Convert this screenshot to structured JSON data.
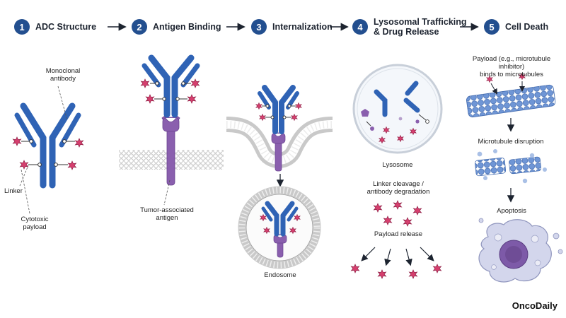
{
  "steps": [
    {
      "num": "1",
      "title": "ADC Structure"
    },
    {
      "num": "2",
      "title": "Antigen Binding"
    },
    {
      "num": "3",
      "title": "Internalization"
    },
    {
      "num": "4",
      "title_line1": "Lysosomal Trafficking",
      "title_line2": "& Drug Release"
    },
    {
      "num": "5",
      "title": "Cell Death"
    }
  ],
  "labels": {
    "mab_1": "Monoclonal",
    "mab_2": "antibody",
    "linker": "Linker",
    "payload_1": "Cytotoxic",
    "payload_2": "payload",
    "antigen_1": "Tumor-associated",
    "antigen_2": "antigen",
    "endosome": "Endosome",
    "lysosome": "Lysosome",
    "cleavage_1": "Linker cleavage /",
    "cleavage_2": "antibody degradation",
    "payload_release": "Payload release",
    "binds_1": "Payload (e.g., microtubule inhibitor)",
    "binds_2": "binds to microtubules",
    "disruption": "Microtubule disruption",
    "apoptosis": "Apoptosis"
  },
  "brand": "OncoDaily",
  "colors": {
    "antibody": "#2f63b5",
    "antigen": "#8a5fae",
    "payload": "#d63f6e",
    "badge": "#234f8f",
    "membrane": "#c9c9c9",
    "microtubule": "#6f96d6"
  }
}
